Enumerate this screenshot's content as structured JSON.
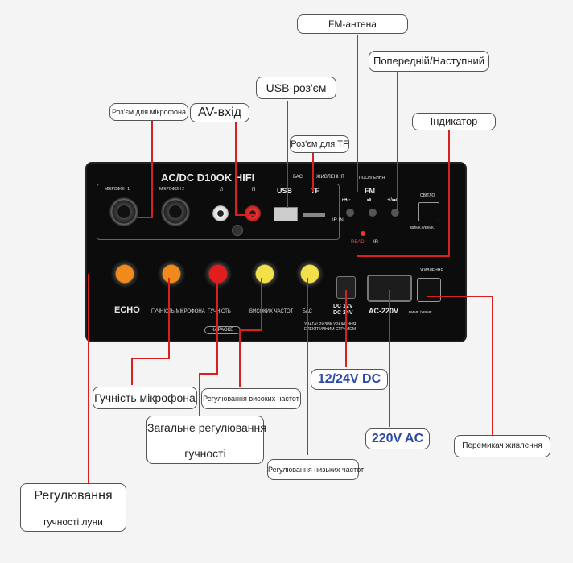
{
  "callouts": {
    "fm_antenna": "FM-антена",
    "prev_next": "Попередній/Наступний",
    "usb_port": "USB-роз'єм",
    "mic_jack": "Роз'єм для мікрофона",
    "av_input": "AV-вхід",
    "tf_slot": "Роз'єм для TF",
    "indicator": "Індикатор",
    "mic_volume": "Гучність мікрофона",
    "treble_adjust": "Регулювання високих частот",
    "master_volume_line1": "Загальне регулювання",
    "master_volume_line2": "гучності",
    "dc_input": "12/24V DC",
    "bass_adjust": "Регулювання низьких частот",
    "ac_input": "220V AC",
    "power_switch": "Перемикач живлення",
    "echo_volume_line1": "Регулювання",
    "echo_volume_line2": "гучності луни"
  },
  "panel": {
    "model_title": "AC/DC  D10OK  HIFI",
    "mic1": "МІКРОФОН 1",
    "mic2": "МІКРОФОН 2",
    "av_l": "Л",
    "av_r": "П",
    "bass_label": "БАС",
    "power_label": "ЖИВЛЕННЯ",
    "signal_label": "ПОСИЛЕННЯ",
    "usb": "USB",
    "tf": "TF",
    "fm": "FM",
    "prev_btn": "⏮/-",
    "play_btn": "⏯",
    "next_btn": "+/⏭",
    "ir_in": "IR IN",
    "read": "READ",
    "ir": "IR",
    "light_label": "СВІТЛО",
    "on_off_small": "ВИМК./УВІМК.",
    "power_sw_label": "ЖИВЛЕННЯ",
    "knob_labels": [
      "ECHO",
      "ГУЧНІСТЬ МІКРОФОНА",
      "ГУЧНІСТЬ",
      "ВИСОКИХ ЧАСТОТ",
      "БАС"
    ],
    "dc_text": "DC 12V\nDC 24V",
    "ac_text": "AC-220V",
    "karaoke": "КАРАОКЕ",
    "warning": "УВАГА! РИЗИК УРАЖЕННЯ ЕЛЕКТРИЧНИМ СТРУМОМ"
  },
  "colors": {
    "knob_echo": "#f08a1c",
    "knob_mic": "#f08a1c",
    "knob_volume": "#e21d1d",
    "knob_treble": "#f2e04a",
    "knob_bass": "#f2e04a",
    "leader_red": "#d9201f"
  }
}
